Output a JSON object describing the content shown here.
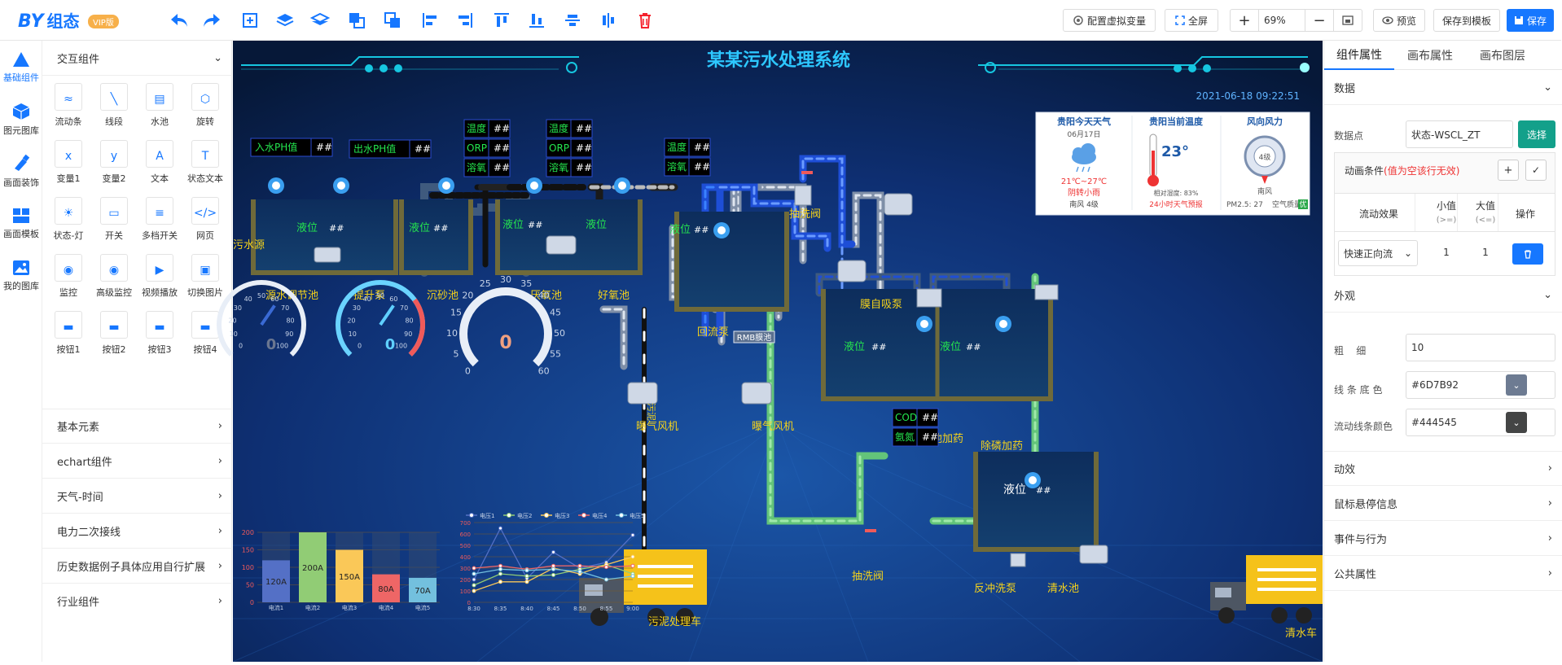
{
  "app": {
    "logo": "BY",
    "logo_sub": "组态",
    "vip": "VIP版"
  },
  "toolbar": {
    "config_vars": "配置虚拟变量",
    "fullscreen": "全屏",
    "zoom": "69%",
    "preview": "预览",
    "save_template": "保存到模板",
    "save": "保存"
  },
  "rail": [
    {
      "label": "基础组件",
      "icon": "triangle-icon"
    },
    {
      "label": "图元图库",
      "icon": "cube-icon"
    },
    {
      "label": "画面装饰",
      "icon": "brush-icon"
    },
    {
      "label": "画面模板",
      "icon": "template-icon"
    },
    {
      "label": "我的图库",
      "icon": "image-icon"
    }
  ],
  "panel": {
    "section_interactive": "交互组件",
    "components": [
      "流动条",
      "线段",
      "水池",
      "旋转",
      "变量1",
      "变量2",
      "文本",
      "状态文本",
      "状态-灯",
      "开关",
      "多档开关",
      "网页",
      "监控",
      "高级监控",
      "视频播放",
      "切换图片",
      "按钮1",
      "按钮2",
      "按钮3",
      "按钮4"
    ],
    "sections": [
      "基本元素",
      "echart组件",
      "天气-时间",
      "电力二次接线",
      "历史数据例子具体应用自行扩展",
      "行业组件"
    ]
  },
  "scada": {
    "title": "某某污水处理系统",
    "datetime": "2021-06-18  09:22:51",
    "placeholder": "##",
    "ph_in": "入水PH值",
    "ph_out": "出水PH值",
    "sewage_source": "污水源",
    "level": "液位",
    "temp": "温度",
    "orp": "ORP",
    "oxygen": "溶氧",
    "cod": "COD",
    "ammonia": "氨氮",
    "tanks": [
      "源水调节池",
      "提升泵",
      "沉砂池",
      "厌氧池",
      "好氧池",
      "回流泵",
      "膜池加药",
      "除磷加药",
      "清水池"
    ],
    "labels": {
      "pump_valve": "抽洗阀",
      "membrane_pump": "膜自吸泵",
      "blower": "曝气风机",
      "sludge": "污泥",
      "sludge_truck": "污泥处理车",
      "backwash": "反冲洗泵",
      "water_truck": "清水车",
      "rmb": "RMB膜池"
    },
    "weather": {
      "today_title": "贵阳今天天气",
      "date": "06月17日",
      "range": "21℃~27℃",
      "cond": "阴转小雨",
      "wind": "南风 4级",
      "cur_title": "贵阳当前温度",
      "cur_temp": "23°",
      "humidity": "相对湿度: 83%",
      "forecast": "24小时天气预报",
      "wind_title": "风向风力",
      "wind_level": "4级",
      "wind_dir": "南风",
      "pm": "PM2.5: 27",
      "air": "空气质量:",
      "air_val": "优"
    },
    "gauges": [
      {
        "value": "0",
        "ticks": [
          "0",
          "10",
          "20",
          "30",
          "40",
          "50",
          "60",
          "70",
          "80",
          "90",
          "100"
        ]
      },
      {
        "value": "0",
        "ticks": [
          "0",
          "10",
          "20",
          "30",
          "40",
          "50",
          "60",
          "70",
          "80",
          "90",
          "100"
        ]
      },
      {
        "value": "0",
        "ticks": [
          "0",
          "5",
          "10",
          "15",
          "20",
          "25",
          "30",
          "35",
          "40",
          "45",
          "50",
          "55",
          "60"
        ]
      }
    ],
    "bar": {
      "yticks": [
        "0",
        "50",
        "100",
        "150",
        "200"
      ],
      "names": [
        "电流1",
        "电流2",
        "电流3",
        "电流4",
        "电流5"
      ],
      "labels": [
        "120A",
        "200A",
        "150A",
        "80A",
        "70A"
      ],
      "values": [
        120,
        200,
        150,
        80,
        70
      ],
      "colors": [
        "#5470c6",
        "#91cc75",
        "#fac858",
        "#ee6666",
        "#73c0de"
      ]
    },
    "line": {
      "legend": [
        "电压1",
        "电压2",
        "电压3",
        "电压4",
        "电压5"
      ],
      "x": [
        "8:30",
        "8:35",
        "8:40",
        "8:45",
        "8:50",
        "8:55",
        "9:00"
      ],
      "yticks": [
        "0",
        "100",
        "200",
        "300",
        "400",
        "500",
        "600",
        "700"
      ],
      "series": [
        [
          200,
          650,
          210,
          440,
          300,
          350,
          590
        ],
        [
          150,
          250,
          230,
          240,
          290,
          330,
          250
        ],
        [
          100,
          180,
          180,
          300,
          250,
          330,
          400
        ],
        [
          300,
          320,
          290,
          320,
          320,
          310,
          320
        ],
        [
          250,
          290,
          280,
          290,
          270,
          200,
          230
        ]
      ],
      "colors": [
        "#5470c6",
        "#91cc75",
        "#fac858",
        "#ee6666",
        "#73c0de"
      ]
    }
  },
  "right": {
    "tabs": [
      "组件属性",
      "画布属性",
      "画布图层"
    ],
    "data_section": "数据",
    "datapoint_label": "数据点",
    "datapoint_value": "状态-WSCL_ZT",
    "select_btn": "选择",
    "anim_cond": "动画条件",
    "anim_note": "(值为空该行无效)",
    "table_headers": [
      "流动效果",
      "小值",
      "大值",
      "操作"
    ],
    "table_sub": [
      "",
      "(>=)",
      "(<=)",
      ""
    ],
    "row": {
      "effect": "快速正向流",
      "min": "1",
      "max": "1"
    },
    "appearance": "外观",
    "width_label": "粗    细",
    "width_value": "10",
    "base_color_label": "线 条 底 色",
    "base_color": "#6D7B92",
    "flow_color_label": "流动线条颜色",
    "flow_color": "#444545",
    "sections": [
      "动效",
      "鼠标悬停信息",
      "事件与行为",
      "公共属性"
    ]
  }
}
